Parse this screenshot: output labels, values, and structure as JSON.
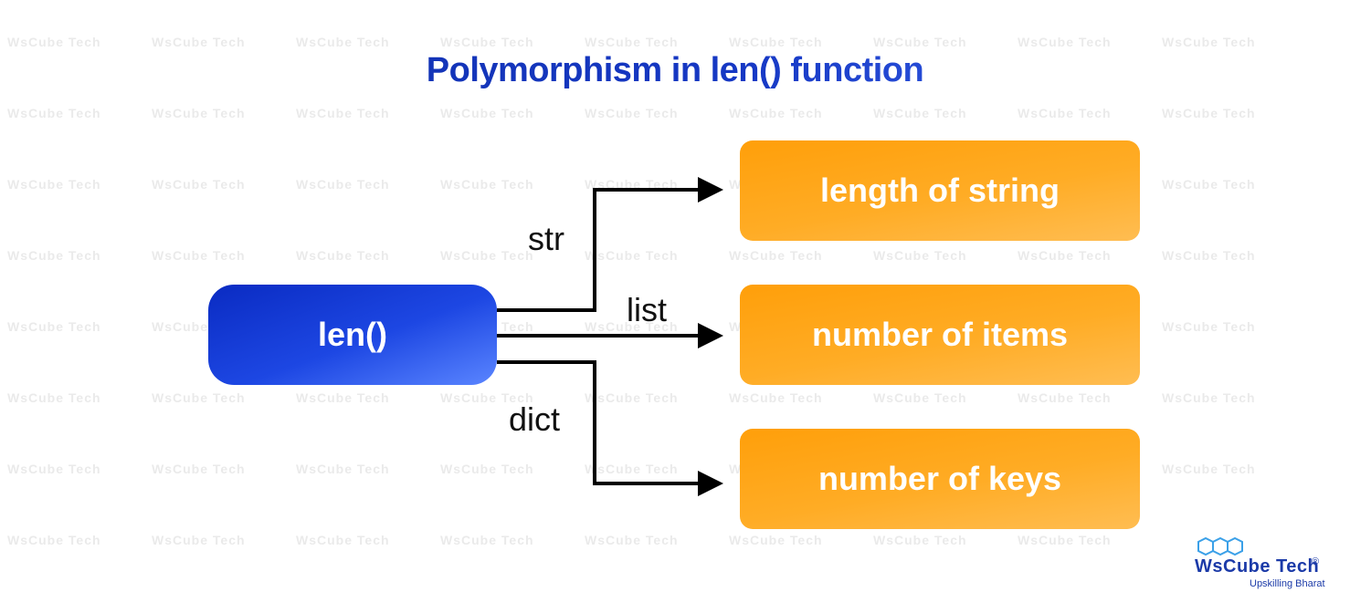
{
  "title": "Polymorphism in len() function",
  "source_node": {
    "label": "len()",
    "color": "#1d47e3"
  },
  "edges": [
    {
      "label": "str",
      "target": "length of string"
    },
    {
      "label": "list",
      "target": "number of items"
    },
    {
      "label": "dict",
      "target": "number of keys"
    }
  ],
  "target_color": "#ffa51a",
  "watermark_text": "WsCube Tech",
  "brand": {
    "name": "WsCube Tech",
    "tagline": "Upskilling Bharat",
    "registered": "®"
  }
}
